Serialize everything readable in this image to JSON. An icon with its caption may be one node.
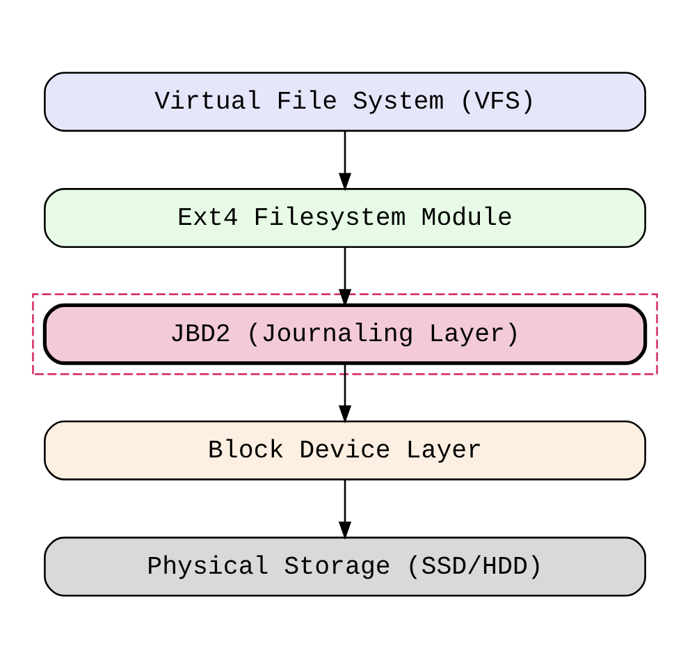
{
  "diagram": {
    "nodes": [
      {
        "text": [
          "Virtual File System (VFS)"
        ]
      },
      {
        "text": [
          "Ext4 Filesystem Module"
        ]
      },
      {
        "text": [],
        "shape": "box"
      },
      {
        "text": [
          "JBD2 (Journaling Layer)"
        ],
        "in": 2
      },
      {
        "text": [
          "Block Device Layer"
        ]
      },
      {
        "text": [
          "Physical Storage (SSD/HDD)"
        ]
      }
    ],
    "edges": [
      {
        "from": 0,
        "to": 1,
        "arrow": "to"
      },
      {
        "from": 1,
        "to": 3,
        "arrow": "to"
      },
      {
        "from": 3,
        "to": 4,
        "arrow": "to"
      },
      {
        "from": 4,
        "to": 5,
        "arrow": "to"
      }
    ]
  }
}
